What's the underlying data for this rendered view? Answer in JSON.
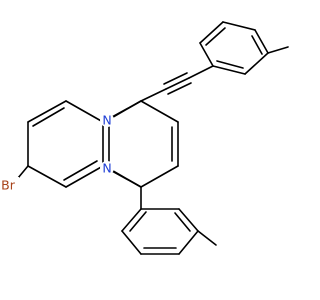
{
  "molecule": {
    "atoms": {
      "n1": {
        "element": "N",
        "color": "#1f3fd6"
      },
      "n4": {
        "element": "N",
        "color": "#1f3fd6"
      },
      "br": {
        "element": "Br",
        "color": "#a8431a"
      }
    },
    "colors": {
      "bond": "#000000",
      "background": "#ffffff"
    }
  }
}
